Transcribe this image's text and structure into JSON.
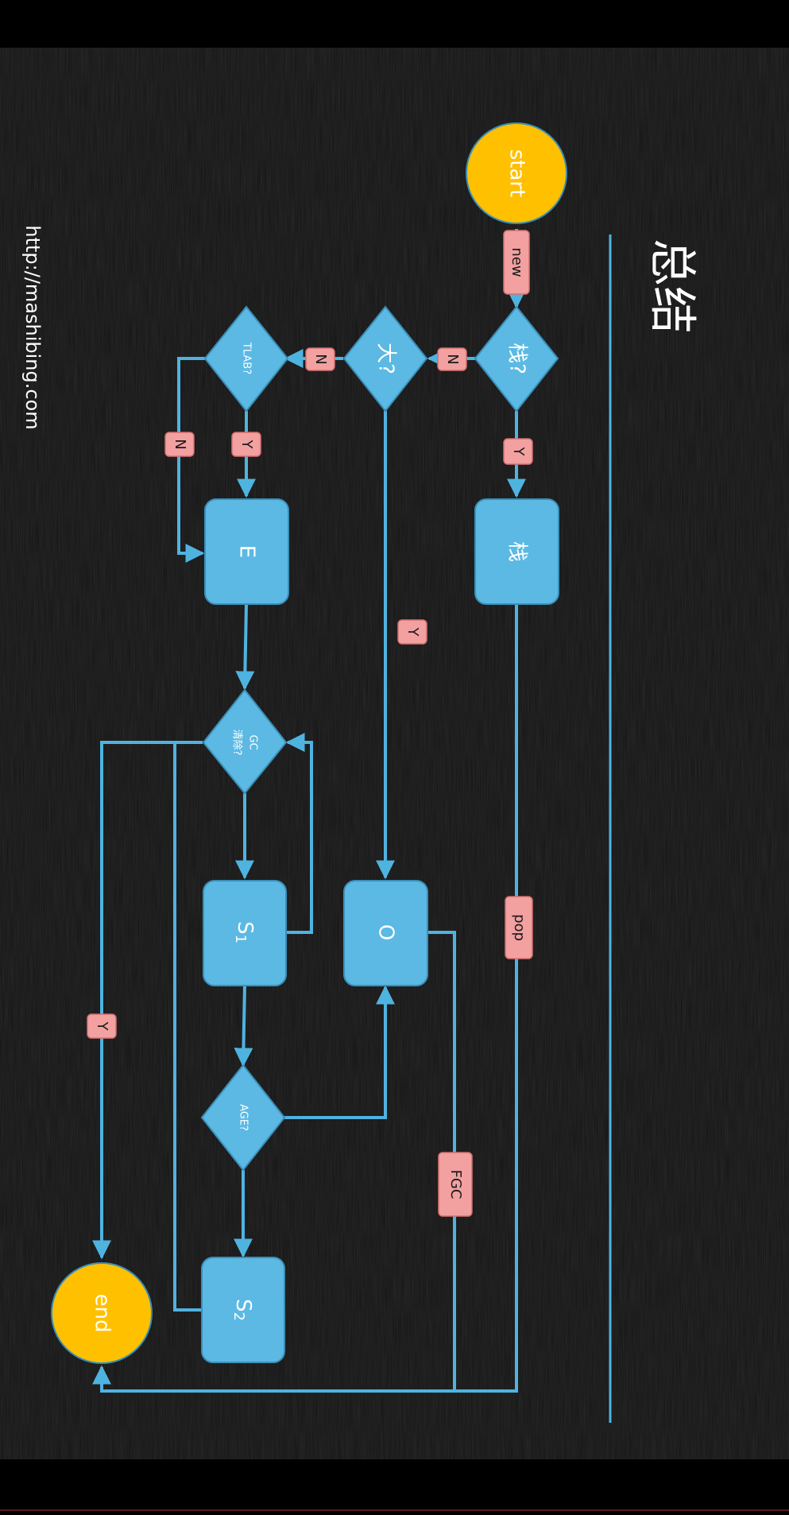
{
  "title": "总结",
  "footer_url": "http://mashibing.com",
  "colors": {
    "board": "#141414",
    "node_blue": "#5BB9E4",
    "node_stroke": "#3A8FB8",
    "terminal_yellow": "#FFC000",
    "edge_blue": "#4FB3E0",
    "label_pink": "#F2A0A0",
    "label_stroke": "#D47070",
    "text_white": "#FFFFFF",
    "text_dark": "#1A1A1A"
  },
  "nodes": {
    "start": "start",
    "end": "end",
    "stack_q": "栈?",
    "stack_box": "栈",
    "big_q": "大?",
    "tlab_q": "TLAB?",
    "eden": "E",
    "gc_q_line1": "GC",
    "gc_q_line2": "清除?",
    "s1_main": "S",
    "s1_sub": "1",
    "s2_main": "S",
    "s2_sub": "2",
    "old": "O",
    "age_q": "AGE?"
  },
  "edge_labels": {
    "new": "new",
    "stack_n": "N",
    "stack_y": "Y",
    "big_n": "N",
    "big_y": "Y",
    "tlab_y": "Y",
    "tlab_n": "N",
    "pop": "pop",
    "fgc": "FGC",
    "gc_y": "Y"
  }
}
